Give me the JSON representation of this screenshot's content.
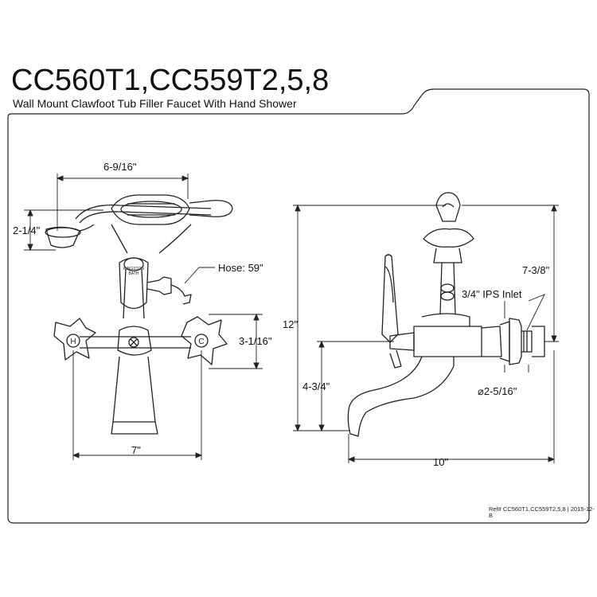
{
  "header": {
    "model": "CC560T1,CC559T2,5,8",
    "description": "Wall Mount Clawfoot Tub Filler Faucet With Hand Shower"
  },
  "front_view": {
    "dim_handshower_width": "6-9/16\"",
    "dim_handshower_height": "2-1/4\"",
    "hose_label": "Hose: 59\"",
    "dim_handle_height": "3-1/16\"",
    "dim_center_width": "7\"",
    "handle_left_letter": "H",
    "handle_right_letter": "C",
    "brand_top": "KINGSTON",
    "brand_bottom": "BATH"
  },
  "side_view": {
    "dim_total_height": "12\"",
    "dim_upper_height": "7-3/8\"",
    "inlet_label": "3/4\" IPS Inlet",
    "dim_lower_height": "4-3/4\"",
    "flange_diameter": "⌀2-5/16\"",
    "dim_depth": "10\""
  },
  "footer": {
    "reference": "Ref# CC560T1,CC559T2,5,8 | 2015-12-B"
  },
  "colors": {
    "line": "#222222",
    "background": "#ffffff"
  }
}
